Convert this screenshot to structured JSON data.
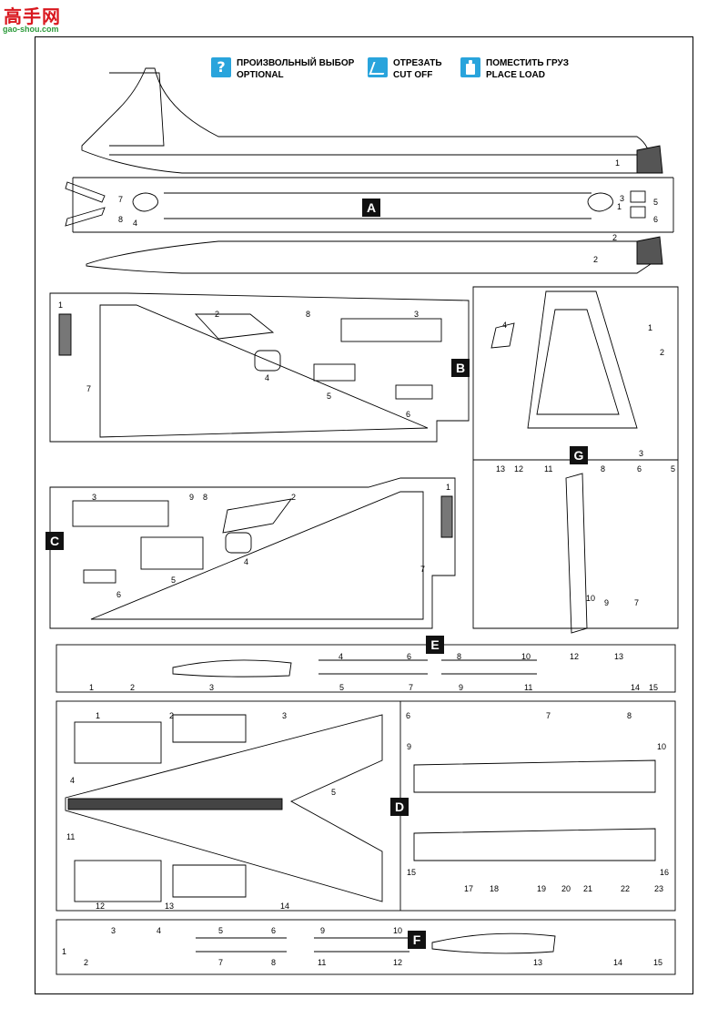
{
  "watermark": {
    "chinese": "高手网",
    "url": "gao-shou.com"
  },
  "legend": [
    {
      "icon": "question-icon",
      "line1": "ПРОИЗВОЛЬНЫЙ ВЫБОР",
      "line2": "OPTIONAL"
    },
    {
      "icon": "cut-icon",
      "line1": "ОТРЕЗАТЬ",
      "line2": "CUT OFF"
    },
    {
      "icon": "weight-icon",
      "line1": "ПОМЕСТИТЬ ГРУЗ",
      "line2": "PLACE LOAD"
    }
  ],
  "accent_color": "#29a4dc",
  "sprues": {
    "A": "A",
    "B": "B",
    "C": "C",
    "D": "D",
    "E": "E",
    "F": "F",
    "G": "G"
  },
  "part_numbers": {
    "A": [
      "7",
      "8",
      "4",
      "3",
      "5",
      "6",
      "2",
      "1",
      "1",
      "2"
    ],
    "B": [
      "1",
      "2",
      "8",
      "3",
      "4",
      "5",
      "6",
      "7"
    ],
    "C": [
      "3",
      "9",
      "8",
      "2",
      "1",
      "4",
      "5",
      "6",
      "7"
    ],
    "G": [
      "13",
      "12",
      "11",
      "8",
      "6",
      "5",
      "3",
      "10",
      "9",
      "7",
      "1",
      "2",
      "4"
    ],
    "E": [
      "1",
      "2",
      "3",
      "4",
      "6",
      "5",
      "7",
      "8",
      "10",
      "9",
      "11",
      "12",
      "13",
      "14",
      "15"
    ],
    "D": [
      "1",
      "2",
      "3",
      "4",
      "5",
      "11",
      "12",
      "13",
      "14",
      "6",
      "7",
      "8",
      "9",
      "10",
      "15",
      "16",
      "17",
      "18",
      "19",
      "20",
      "21",
      "22",
      "23"
    ],
    "F": [
      "1",
      "2",
      "3",
      "4",
      "5",
      "6",
      "7",
      "8",
      "9",
      "10",
      "11",
      "12",
      "13",
      "14",
      "15"
    ]
  }
}
